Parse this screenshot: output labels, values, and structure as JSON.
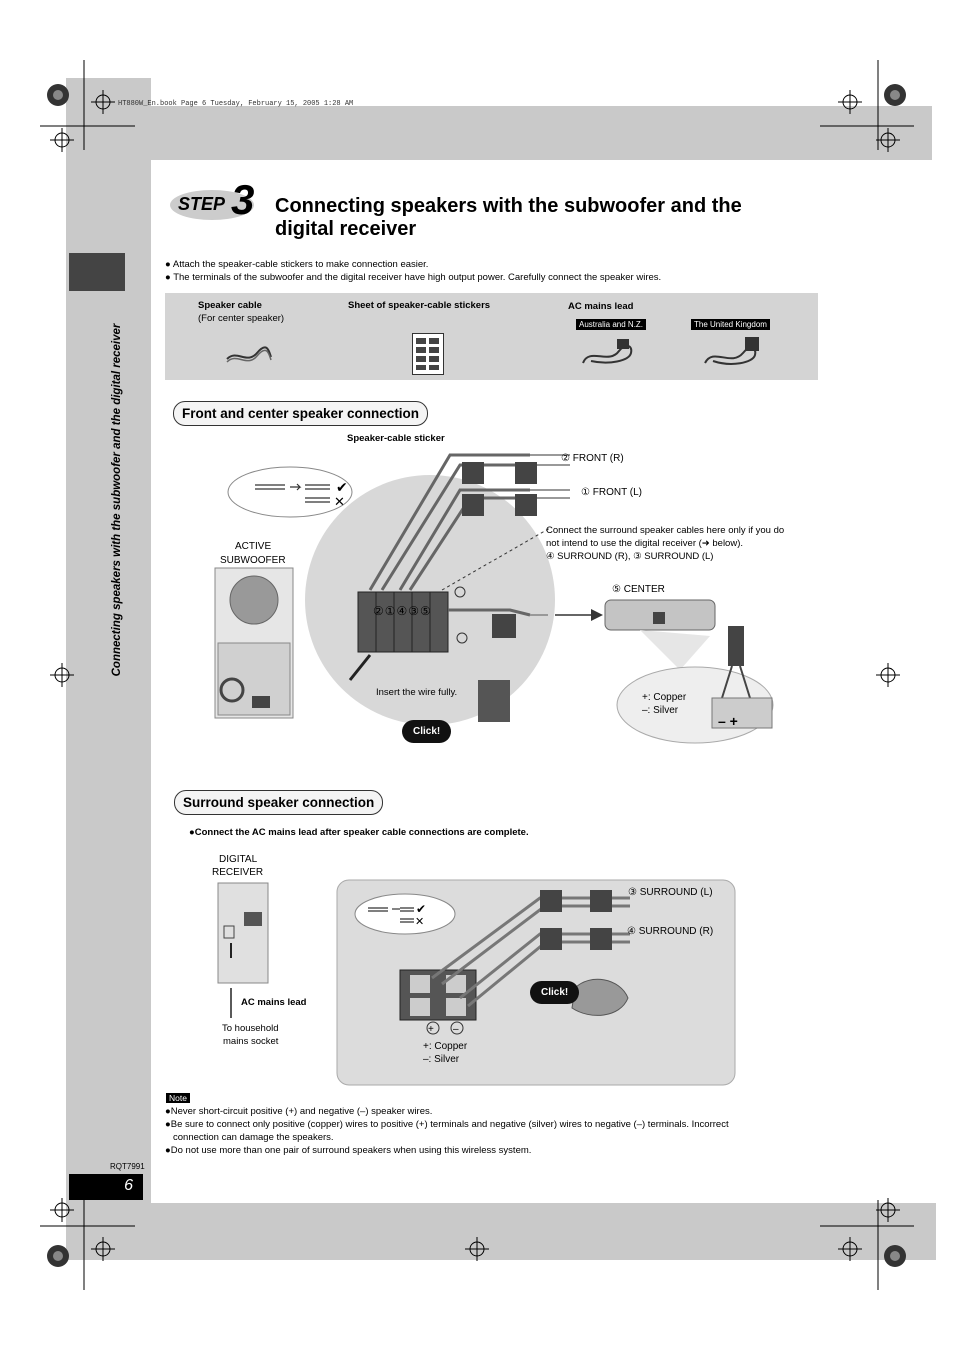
{
  "file_header": "HT880W_En.book  Page 6  Tuesday, February 15, 2005  1:28 AM",
  "sidebar_text": "Connecting speakers with the subwoofer and the digital receiver",
  "step": {
    "word": "STEP",
    "number": "3"
  },
  "title_line1": "Connecting speakers with the subwoofer and the",
  "title_line2": "digital receiver",
  "bullets": [
    "Attach the speaker-cable stickers to make connection easier.",
    "The terminals of the subwoofer and the digital receiver have high output power. Carefully connect the speaker wires."
  ],
  "accessories": {
    "speaker_cable": "Speaker cable",
    "speaker_cable_sub": "(For center speaker)",
    "sticker_sheet": "Sheet of speaker-cable stickers",
    "ac_lead": "AC mains lead",
    "tag_au": "Australia and N.Z.",
    "tag_uk": "The United Kingdom"
  },
  "front_section": {
    "heading": "Front and center speaker connection",
    "sticker_label": "Speaker-cable sticker",
    "front_r": "② FRONT (R)",
    "front_l": "① FRONT (L)",
    "surround_note1": "Connect the surround speaker cables here only if you do",
    "surround_note2": "not intend to use the digital receiver (➜ below).",
    "surround_note3": "④ SURROUND (R), ③ SURROUND (L)",
    "subwoofer1": "ACTIVE",
    "subwoofer2": "SUBWOOFER",
    "center": "⑤ CENTER",
    "terminal_numbers": "②①④③⑤",
    "insert_wire": "Insert the wire fully.",
    "click": "Click!",
    "copper": "+:  Copper",
    "silver": "–:  Silver"
  },
  "surround_section": {
    "heading": "Surround speaker connection",
    "ac_note": "Connect the AC mains lead after speaker cable connections are complete.",
    "receiver1": "DIGITAL",
    "receiver2": "RECEIVER",
    "surround_l": "③ SURROUND (L)",
    "surround_r": "④ SURROUND (R)",
    "ac_lead_label": "AC mains lead",
    "household1": "To household",
    "household2": "mains socket",
    "click": "Click!",
    "copper": "+: Copper",
    "silver": "–: Silver"
  },
  "note": {
    "label": "Note",
    "items": [
      "Never short-circuit positive (+) and negative (–) speaker wires.",
      "Be sure to connect only positive (copper) wires to positive (+) terminals and negative (silver) wires to negative (–) terminals. Incorrect",
      "connection can damage the speakers.",
      "Do not use more than one pair of surround speakers when using this wireless system."
    ]
  },
  "model_code": "RQT7991",
  "page_number": "6"
}
